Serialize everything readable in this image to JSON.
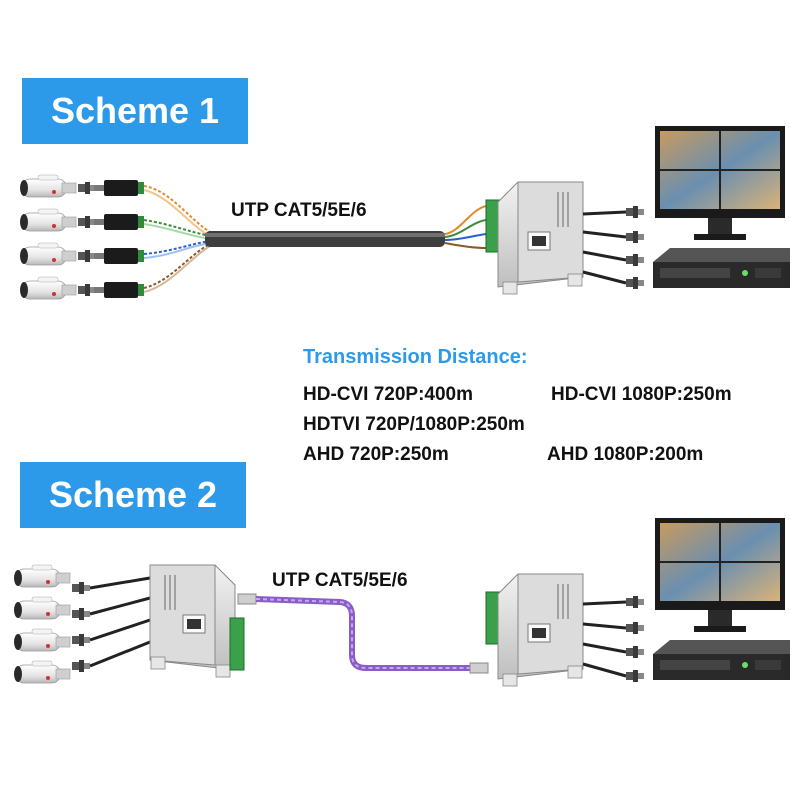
{
  "scheme1": {
    "title": "Scheme 1",
    "cable_label": "UTP CAT5/5E/6"
  },
  "scheme2": {
    "title": "Scheme 2",
    "cable_label": "UTP CAT5/5E/6"
  },
  "transmission": {
    "title": "Transmission Distance:",
    "hdcvi_720": "HD-CVI 720P:400m",
    "hdcvi_1080": "HD-CVI 1080P:250m",
    "hdtvi": "HDTVI 720P/1080P:250m",
    "ahd_720": "AHD 720P:250m",
    "ahd_1080": "AHD 1080P:200m"
  },
  "colors": {
    "banner": "#2c9ae8",
    "distance_title": "#2c9ae8",
    "text": "#111111",
    "purple_cable": "#8a5cc8"
  },
  "icons": [
    "camera-icon",
    "video-balun-icon",
    "passive-hub-icon",
    "bnc-connector-icon",
    "monitor-icon",
    "dvr-icon",
    "rj45-plug-icon"
  ]
}
